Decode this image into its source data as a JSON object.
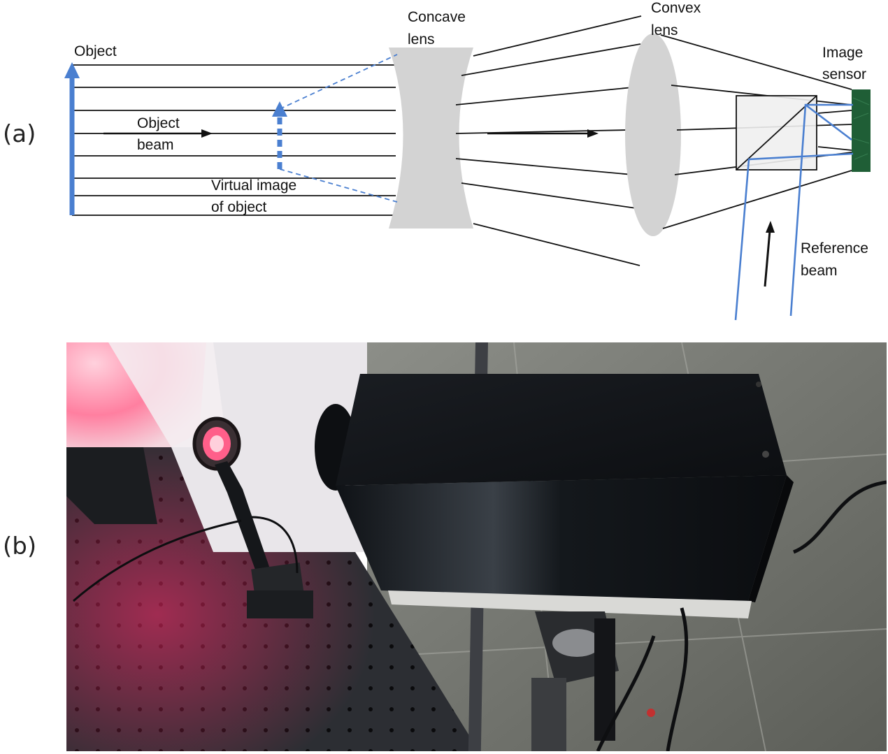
{
  "panels": {
    "a": {
      "label": "(a)"
    },
    "b": {
      "label": "(b)"
    }
  },
  "diagram": {
    "object_label": "Object",
    "object_beam_label": [
      "Object",
      "beam"
    ],
    "virtual_image_label": [
      "Virtual image",
      "of object"
    ],
    "concave_lens_label": [
      "Concave",
      "lens"
    ],
    "convex_lens_label": [
      "Convex",
      "lens"
    ],
    "image_sensor_label": [
      "Image",
      "sensor"
    ],
    "reference_beam_label": [
      "Reference",
      "beam"
    ]
  },
  "colors": {
    "ray": "#111111",
    "object_arrow": "#4a7fd0",
    "reference_beam": "#4a7fd0",
    "lens_fill": "#d3d3d3",
    "sensor": "#1f5e36",
    "laser_glow": "#ff2a6a"
  },
  "photo": {
    "icons": [
      "optical-table",
      "laser-source",
      "camera-box",
      "tripod-stand",
      "white-screen"
    ]
  }
}
